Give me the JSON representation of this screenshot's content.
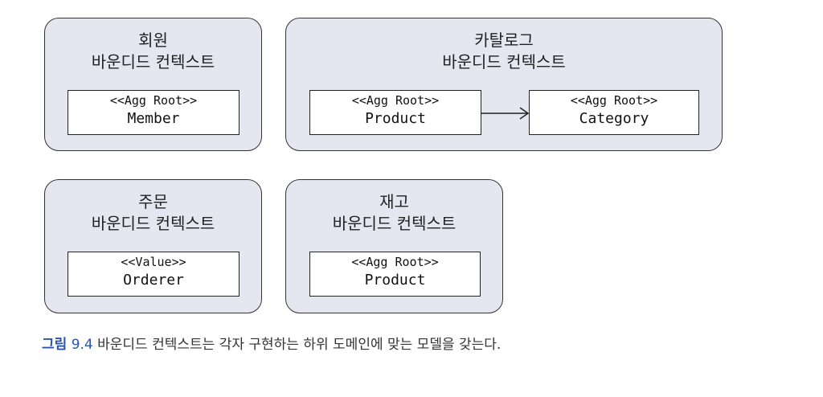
{
  "contexts": {
    "member": {
      "title": "회원",
      "subtitle": "바운디드 컨텍스트",
      "entity": {
        "stereotype": "<<Agg Root>>",
        "name": "Member"
      }
    },
    "catalog": {
      "title": "카탈로그",
      "subtitle": "바운디드 컨텍스트",
      "entities": [
        {
          "stereotype": "<<Agg Root>>",
          "name": "Product"
        },
        {
          "stereotype": "<<Agg Root>>",
          "name": "Category"
        }
      ]
    },
    "order": {
      "title": "주문",
      "subtitle": "바운디드 컨텍스트",
      "entity": {
        "stereotype": "<<Value>>",
        "name": "Orderer"
      }
    },
    "inventory": {
      "title": "재고",
      "subtitle": "바운디드 컨텍스트",
      "entity": {
        "stereotype": "<<Agg Root>>",
        "name": "Product"
      }
    }
  },
  "caption": {
    "label": "그림",
    "number": "9.4",
    "text": "바운디드 컨텍스트는 각자 구현하는 하위 도메인에 맞는 모델을 갖는다."
  }
}
